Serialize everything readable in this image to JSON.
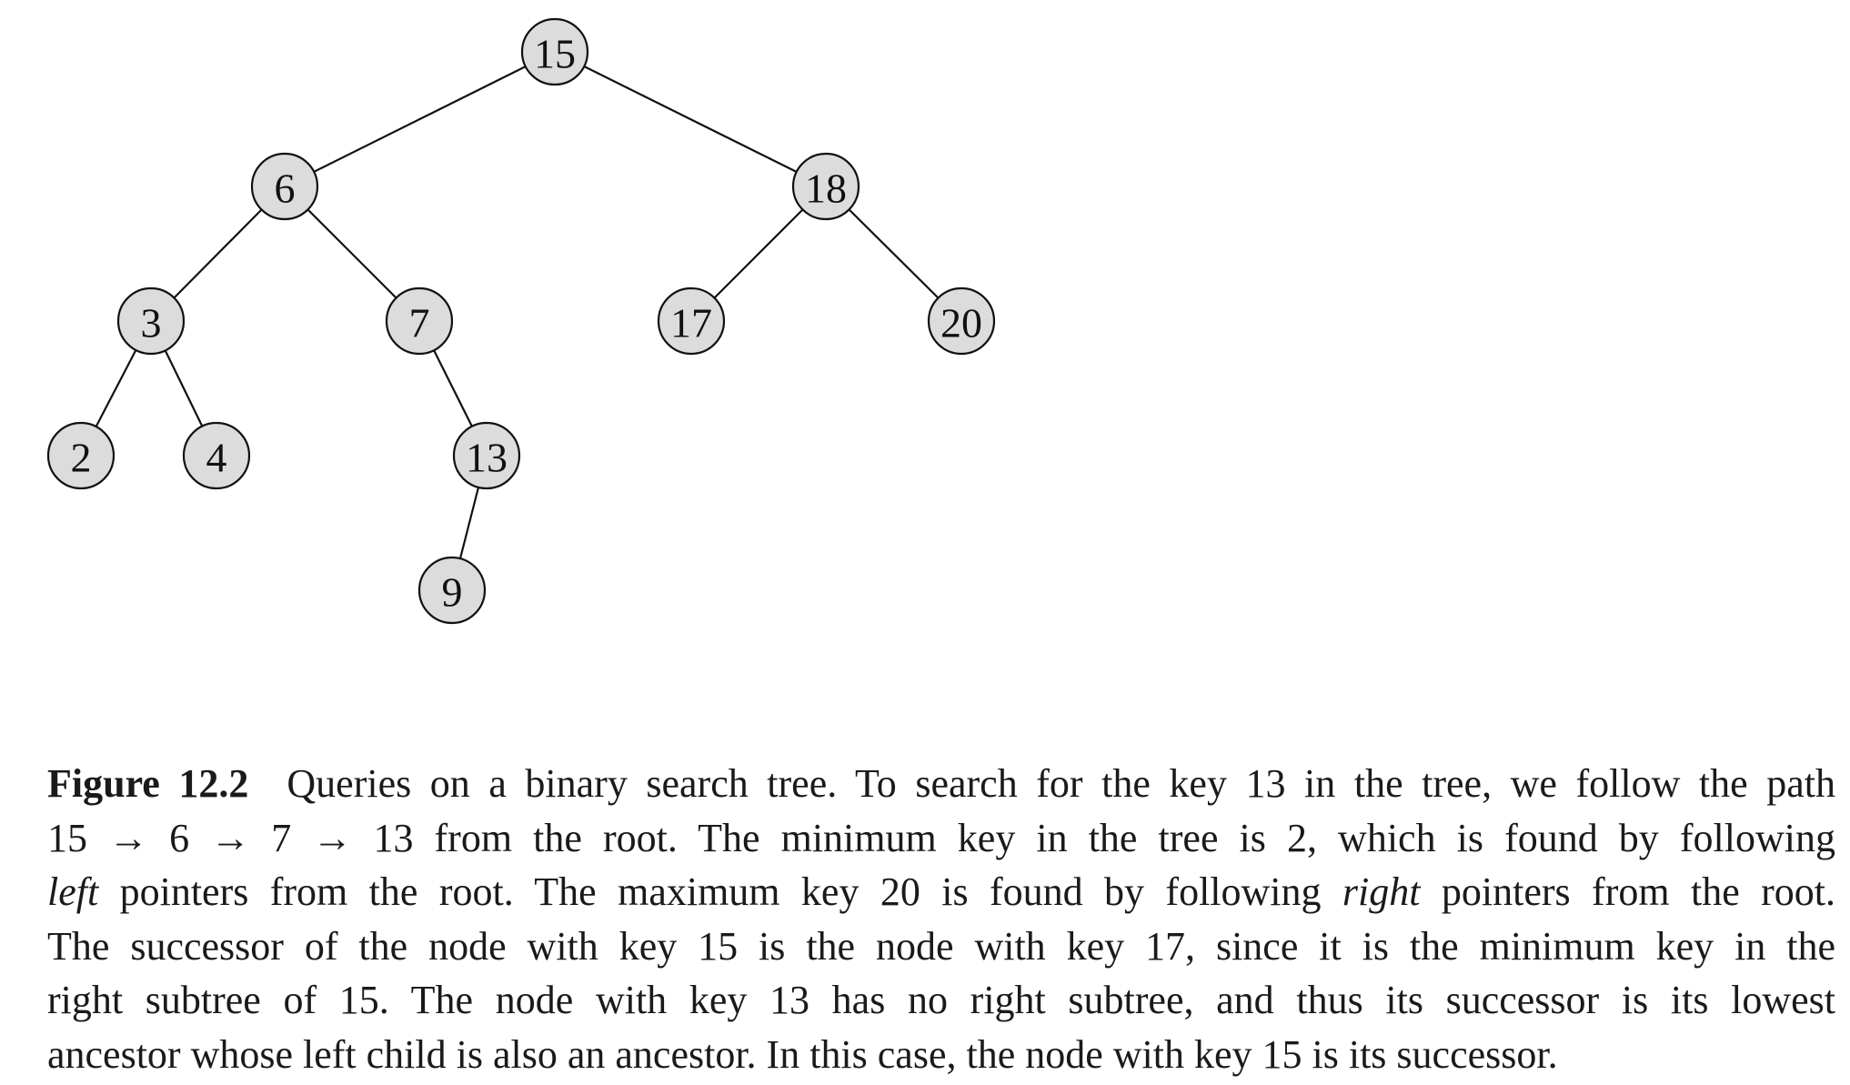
{
  "tree": {
    "nodes": [
      {
        "id": "n15",
        "key": "15"
      },
      {
        "id": "n6",
        "key": "6"
      },
      {
        "id": "n18",
        "key": "18"
      },
      {
        "id": "n3",
        "key": "3"
      },
      {
        "id": "n7",
        "key": "7"
      },
      {
        "id": "n17",
        "key": "17"
      },
      {
        "id": "n20",
        "key": "20"
      },
      {
        "id": "n2",
        "key": "2"
      },
      {
        "id": "n4",
        "key": "4"
      },
      {
        "id": "n13",
        "key": "13"
      },
      {
        "id": "n9",
        "key": "9"
      }
    ],
    "edges": [
      [
        "n15",
        "n6"
      ],
      [
        "n15",
        "n18"
      ],
      [
        "n6",
        "n3"
      ],
      [
        "n6",
        "n7"
      ],
      [
        "n18",
        "n17"
      ],
      [
        "n18",
        "n20"
      ],
      [
        "n3",
        "n2"
      ],
      [
        "n3",
        "n4"
      ],
      [
        "n7",
        "n13"
      ],
      [
        "n13",
        "n9"
      ]
    ]
  },
  "caption": {
    "figure_label": "Figure 12.2",
    "line1": "Queries on a binary search tree. To search for the key 13 in the tree, we follow the path",
    "line2": "15 → 6 → 7 → 13 from the root. The minimum key in the tree is 2, which is found by following",
    "line3_italic_a": "left",
    "line3_mid": " pointers from the root. The maximum key 20 is found by following ",
    "line3_italic_b": "right",
    "line3_end": " pointers from the root.",
    "line4": "The successor of the node with key 15 is the node with key 17, since it is the minimum key in the",
    "line5": "right subtree of 15. The node with key 13 has no right subtree, and thus its successor is its lowest",
    "line6": "ancestor whose left child is also an ancestor. In this case, the node with key 15 is its successor."
  }
}
